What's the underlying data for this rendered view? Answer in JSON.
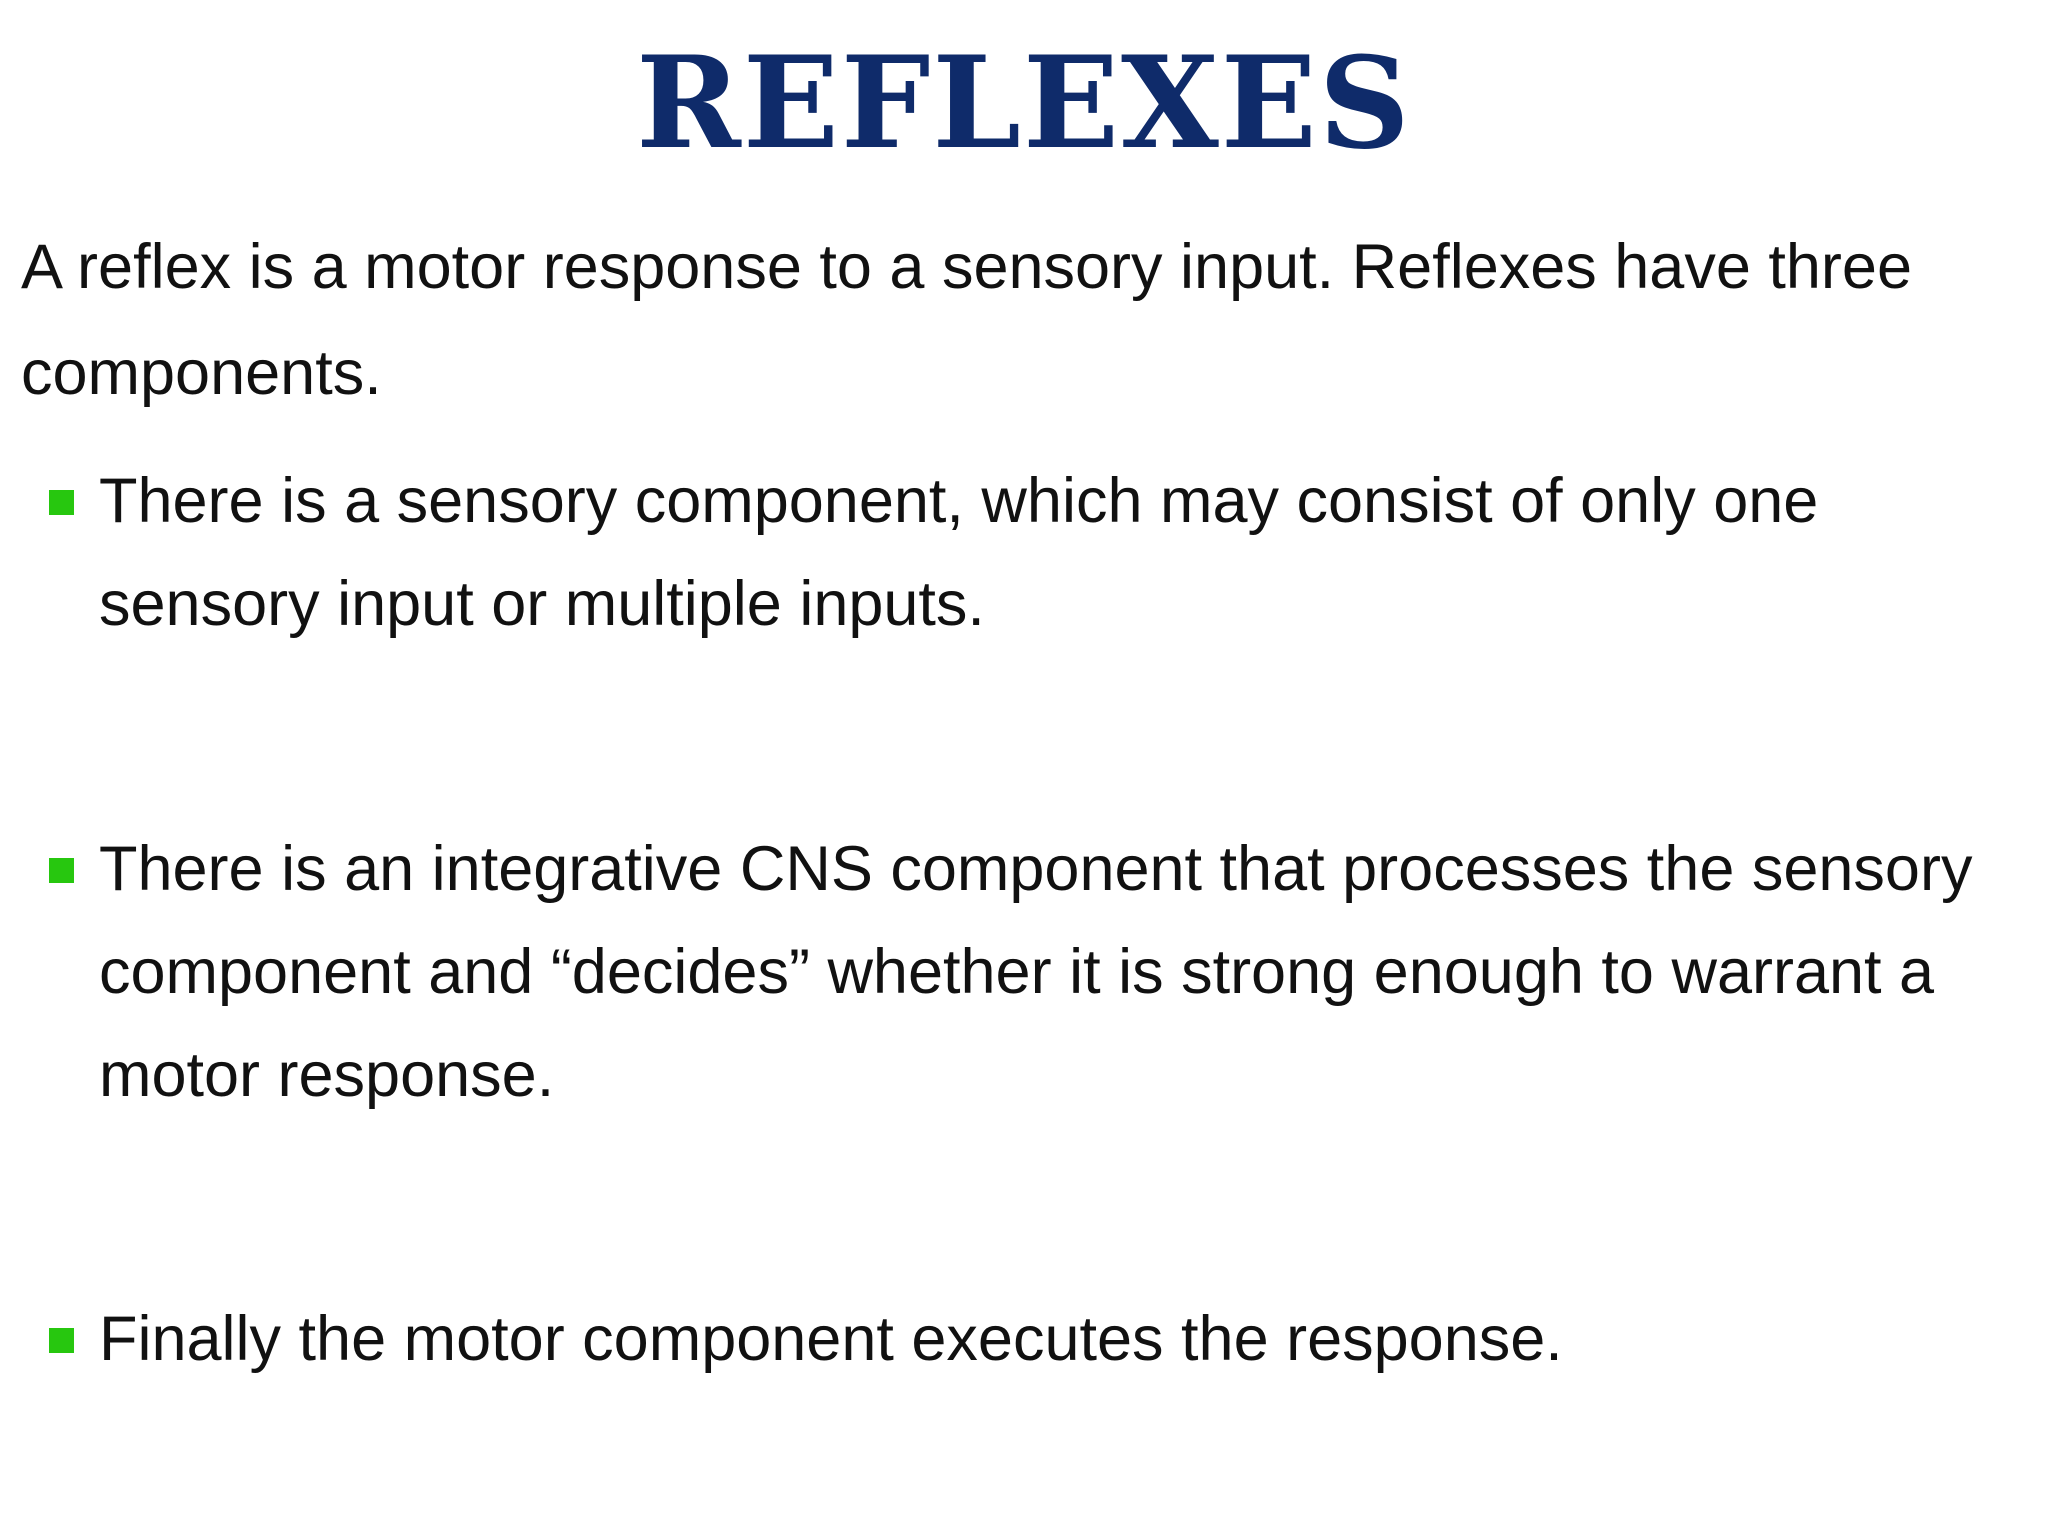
{
  "slide": {
    "title": "REFLEXES",
    "intro": "A reflex is a motor response to a sensory input. Reflexes have three components.",
    "bullets": [
      "There is a sensory component, which may consist of only one sensory input or multiple inputs.",
      "There is an integrative CNS component that processes the sensory component and “decides” whether it is strong enough to warrant a motor response.",
      "Finally the motor component executes the response."
    ],
    "colors": {
      "title": "#0f2b6a",
      "bullet_marker": "#27c70f",
      "text": "#111111",
      "background": "#ffffff"
    },
    "icons": {
      "bullet_marker": "square-bullet-icon"
    }
  }
}
